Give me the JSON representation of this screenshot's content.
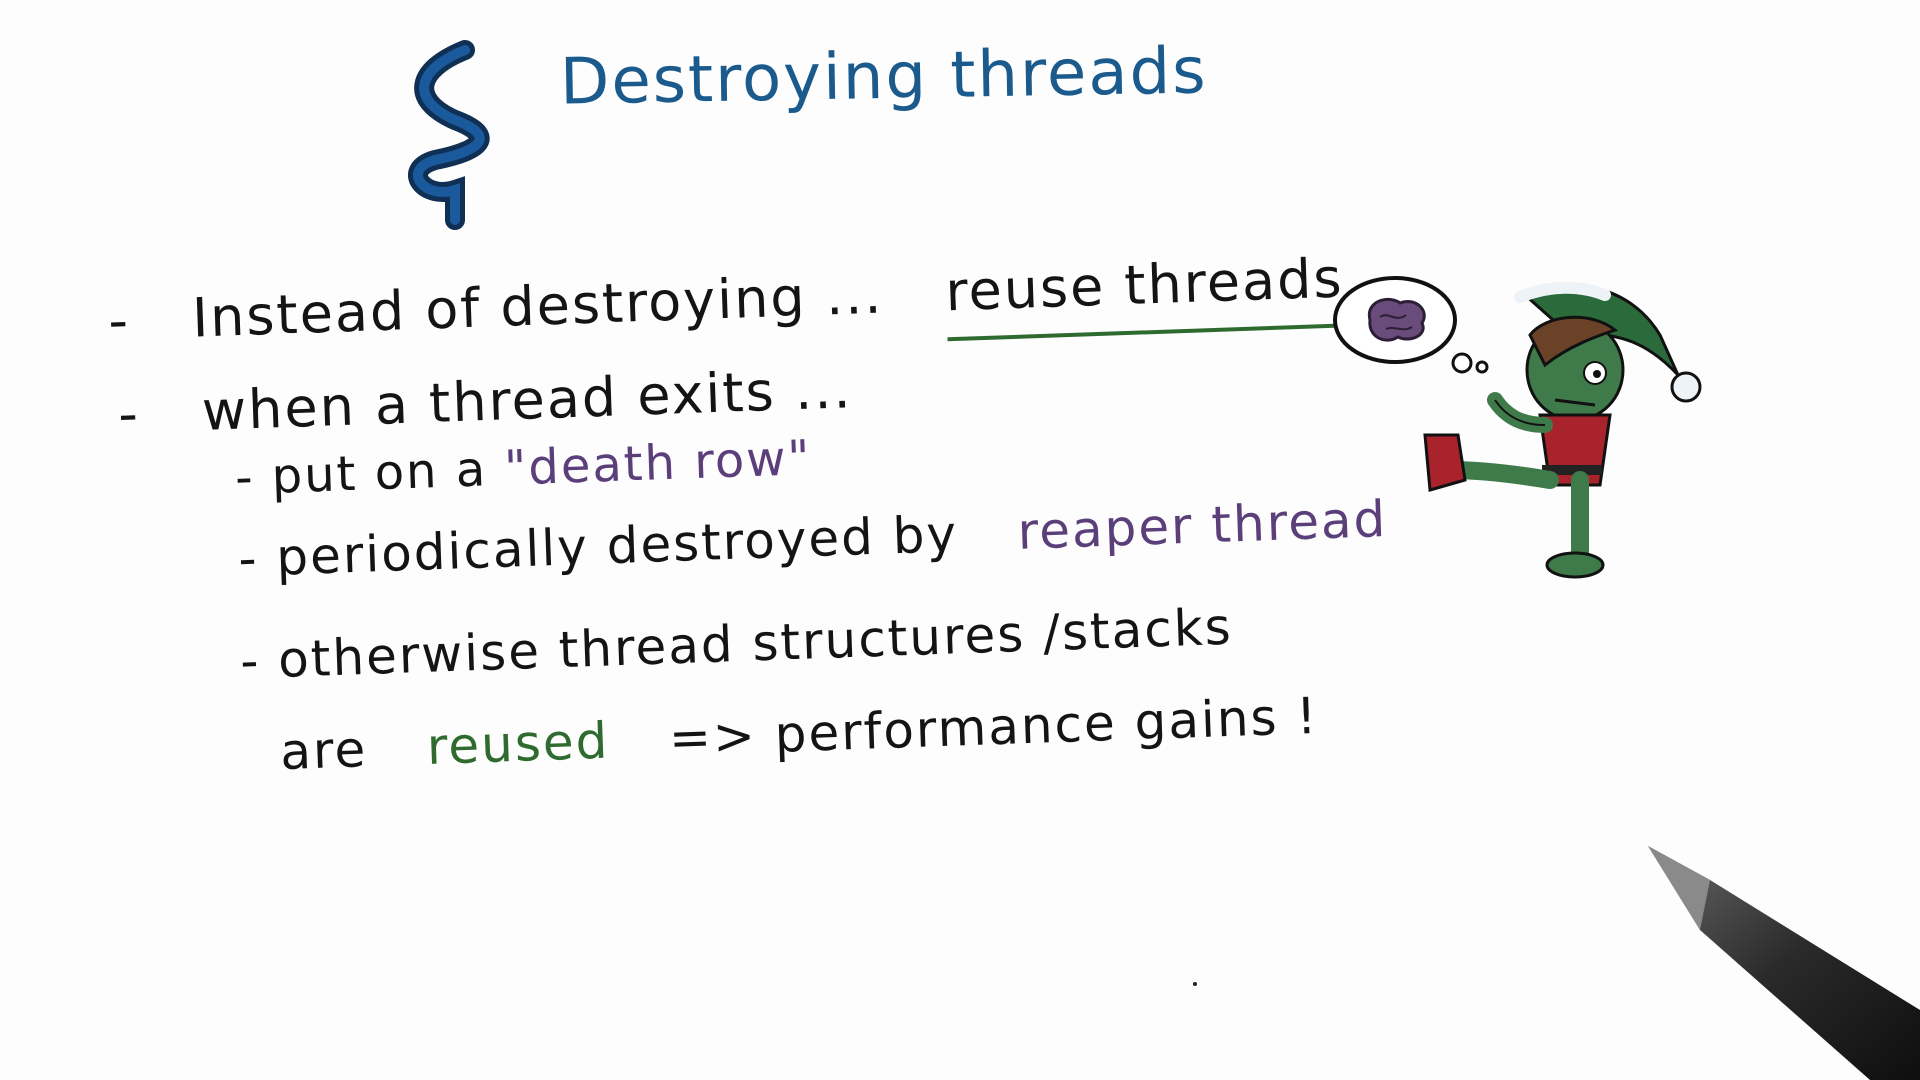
{
  "slide": {
    "title": "Destroying threads",
    "thread_icon": "thread-squiggle-icon",
    "bullets": {
      "line1_dash": "-",
      "line1_main": "Instead of destroying ...",
      "line1_highlight": "reuse threads",
      "line2_dash": "-",
      "line2_text": "when a thread exits ...",
      "sub1_prefix": "- put on a",
      "sub1_highlight": "\"death row\"",
      "sub2_prefix": "- periodically destroyed by",
      "sub2_highlight": "reaper thread",
      "sub3_text": "- otherwise  thread structures /stacks",
      "sub3_cont_prefix": "are",
      "sub3_cont_highlight": "reused",
      "sub3_cont_suffix": "=> performance gains !"
    },
    "illustration": "zombie-elf-thinking-about-brain",
    "pen": "marker-pen"
  },
  "colors": {
    "title": "#1a5a8c",
    "text": "#141414",
    "purple": "#5b3f7a",
    "green": "#2f6b2f"
  }
}
